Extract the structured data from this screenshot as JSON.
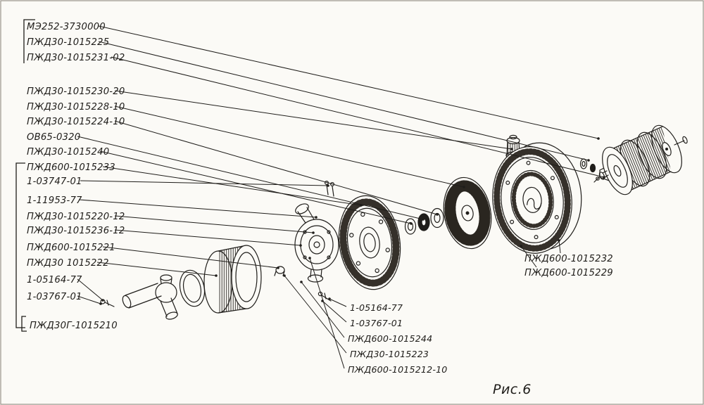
{
  "figure": {
    "caption": "Рис.6",
    "ink_color": "#1f1d1a",
    "paper_color": "#fbfaf6"
  },
  "part_labels": [
    {
      "text": "МЭ252-3730000"
    },
    {
      "text": "ПЖД30-1015225"
    },
    {
      "text": "ПЖД30-1015231-02"
    },
    {
      "text": "ПЖД30-1015230-20"
    },
    {
      "text": "ПЖД30-1015228-10"
    },
    {
      "text": "ПЖД30-1015224-10"
    },
    {
      "text": "ОВ65-0320"
    },
    {
      "text": "ПЖД30-1015240"
    },
    {
      "text": "ПЖД600-1015233"
    },
    {
      "text": "1-03747-01"
    },
    {
      "text": "1-11953-77"
    },
    {
      "text": "ПЖД30-1015220-12"
    },
    {
      "text": "ПЖД30-1015236-12"
    },
    {
      "text": "ПЖД600-1015221"
    },
    {
      "text": "ПЖД30 1015222"
    },
    {
      "text": "1-05164-77"
    },
    {
      "text": "1-03767-01"
    },
    {
      "text": "ПЖД30Г-1015210"
    },
    {
      "text": "ПЖД600-1015232"
    },
    {
      "text": "ПЖД600-1015229"
    },
    {
      "text": "1-05164-77"
    },
    {
      "text": "1-03767-01"
    },
    {
      "text": "ПЖД600-1015244"
    },
    {
      "text": "ПЖД30-1015223"
    },
    {
      "text": "ПЖД600-1015212-10"
    }
  ]
}
